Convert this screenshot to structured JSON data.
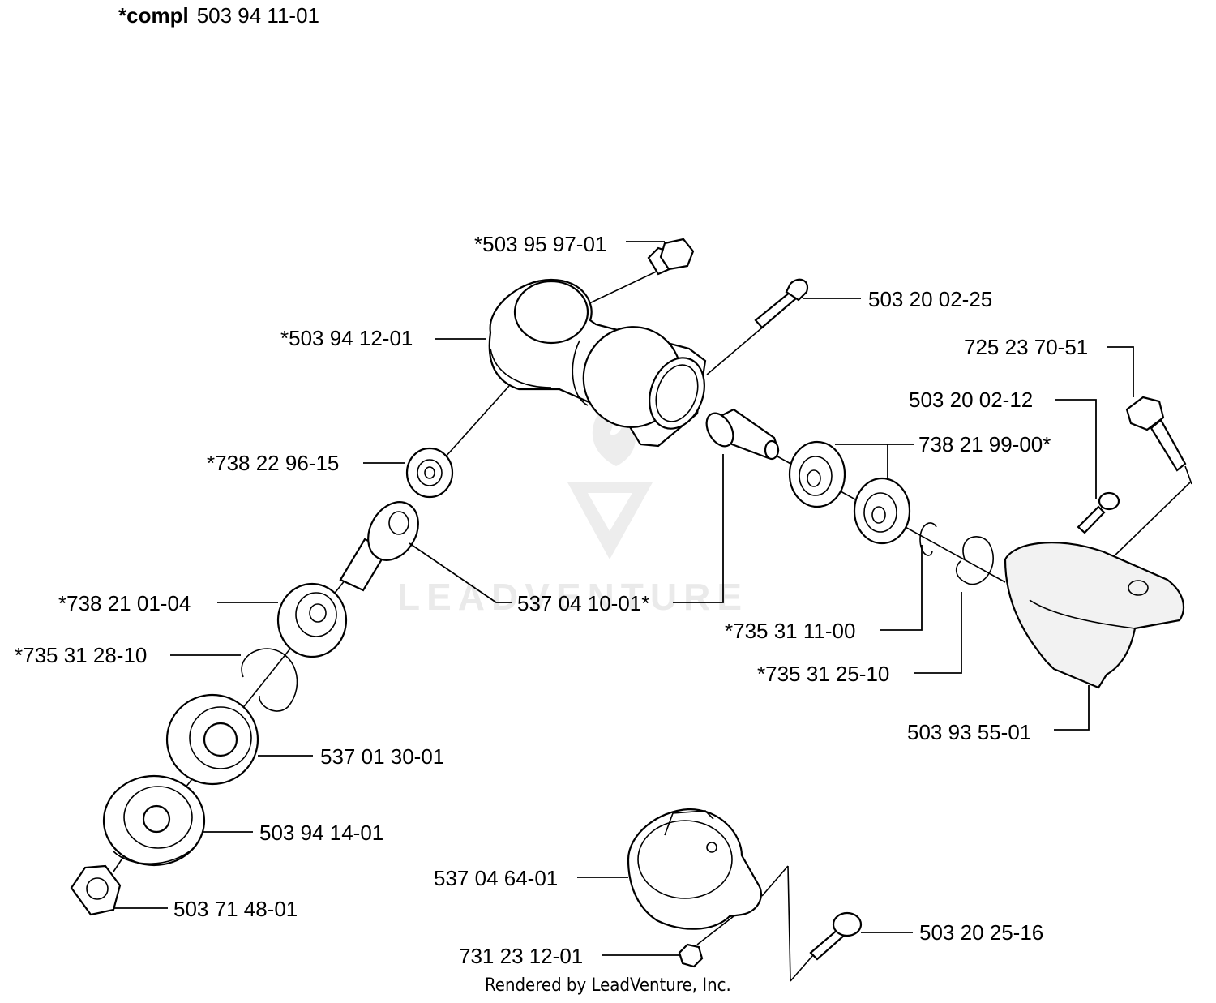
{
  "header": {
    "prefix": "*compl",
    "number": "503 94 11-01"
  },
  "footer": "Rendered by LeadVenture, Inc.",
  "watermark": "LEADVENTURE",
  "labels": [
    "*503 95 97-01",
    "503 20 02-25",
    "*503 94 12-01",
    "725 23 70-51",
    "503 20 02-12",
    "738 21 99-00*",
    "*738 22 96-15",
    "*738 21 01-04",
    "537 04 10-01*",
    "*735 31 28-10",
    "*735 31 11-00",
    "*735 31 25-10",
    "503 93 55-01",
    "537 01 30-01",
    "503 94 14-01",
    "537 04 64-01",
    "503 71 48-01",
    "503 20 25-16",
    "731 23 12-01"
  ]
}
